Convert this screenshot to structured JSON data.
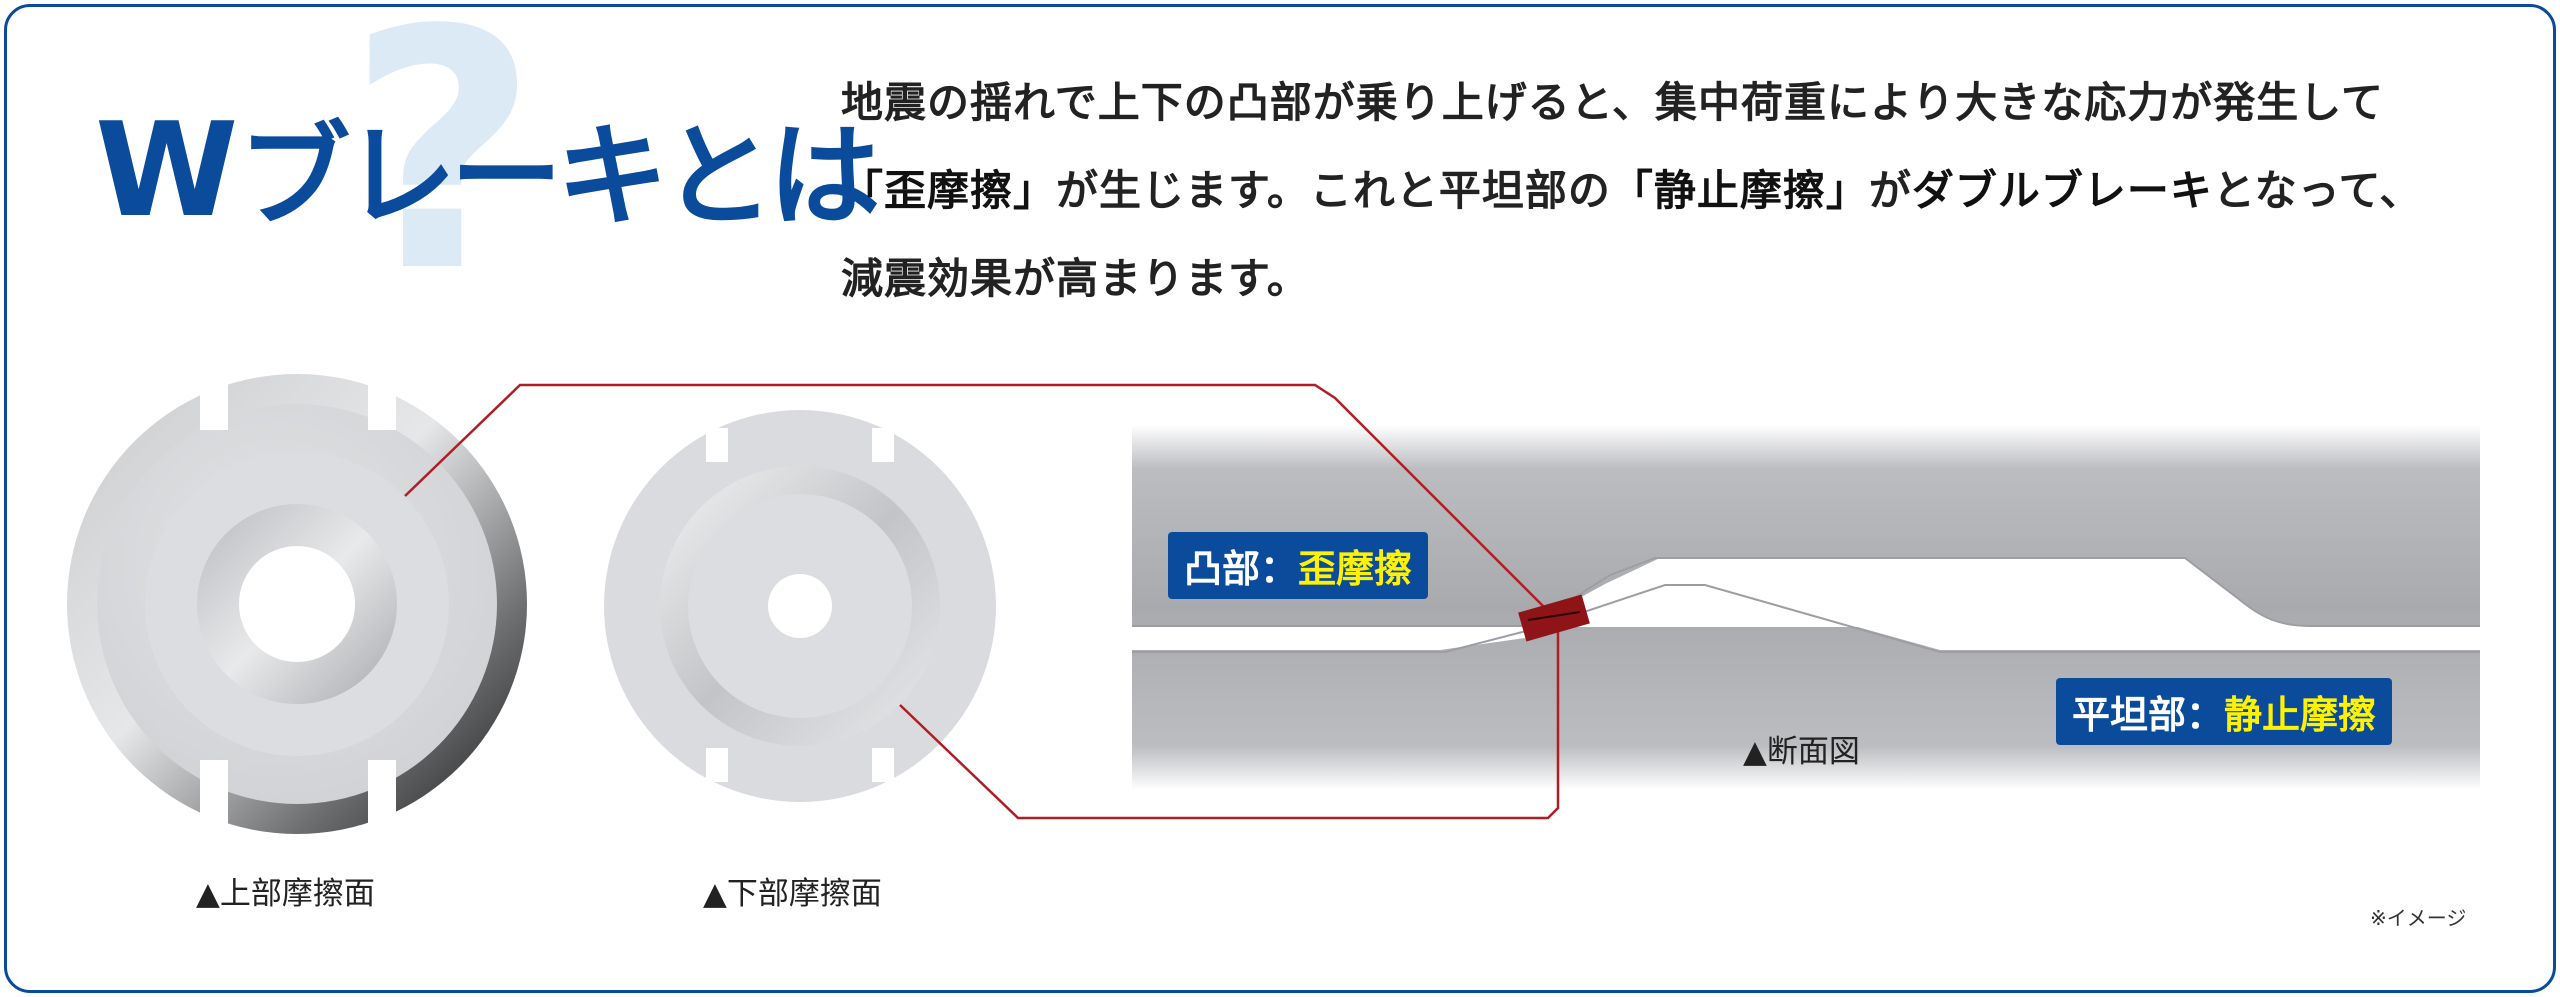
{
  "title": {
    "w": "W",
    "rest": "ブレーキとは",
    "mark": "?"
  },
  "description": {
    "line1": "地震の揺れで上下の凸部が乗り上げると、集中荷重により大きな応力が発生して",
    "line2_a": "「歪摩擦」",
    "line2_b": "が生じます。これと平坦部の",
    "line2_c": "「静止摩擦」",
    "line2_d": "が",
    "line2_e": "ダブルブレーキ",
    "line2_f": "となって、",
    "line3": "減震効果が高まります。"
  },
  "labels": {
    "convex_name": "凸部：",
    "convex_value": "歪摩擦",
    "flat_name": "平坦部：",
    "flat_value": "静止摩擦",
    "upper_caption": "▲上部摩擦面",
    "lower_caption": "▲下部摩擦面",
    "section_caption": "▲断面図",
    "note": "※イメージ"
  },
  "colors": {
    "brand_blue": "#0a4b9b",
    "highlight_yellow": "#fff200",
    "leader_red": "#b01e23",
    "light_blue_mark": "#dceaf6"
  }
}
